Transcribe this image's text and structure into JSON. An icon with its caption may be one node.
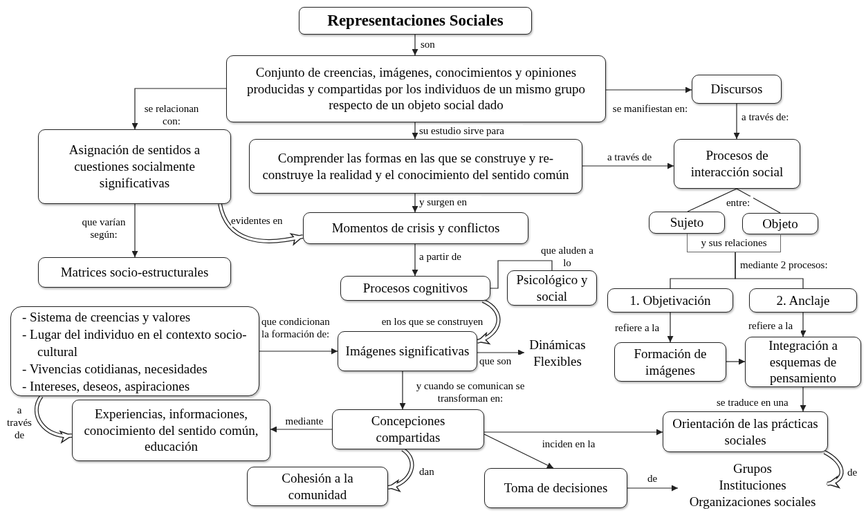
{
  "diagram": {
    "nodes": [
      {
        "text": [
          "Representaciones Sociales"
        ]
      },
      {
        "text": [
          "Conjunto de creencias, imágenes, conocimientos y opiniones producidas y compartidas por los individuos de un mismo grupo respecto de un objeto social dado"
        ]
      },
      {
        "text": [
          "Discursos"
        ]
      },
      {
        "text": [
          "Asignación de sentidos a cuestiones socialmente significativas"
        ]
      },
      {
        "text": [
          "Comprender las formas en las que se construye y re-construye la realidad y el conocimiento del sentido común"
        ]
      },
      {
        "text": [
          "Procesos de interacción social"
        ]
      },
      {
        "text": [
          "Momentos de crisis y conflictos"
        ]
      },
      {
        "text": [
          "Sujeto"
        ]
      },
      {
        "text": [
          "Objeto"
        ]
      },
      {
        "text": [
          "y sus relaciones"
        ]
      },
      {
        "text": [
          "Matrices socio-estructurales"
        ]
      },
      {
        "text": [
          "Procesos cognitivos"
        ]
      },
      {
        "text": [
          "Psicológico y social"
        ]
      },
      {
        "text": [
          "1. Objetivación"
        ]
      },
      {
        "text": [
          "2. Anclaje"
        ]
      },
      {
        "text": [
          "- Sistema de creencias y valores",
          "- Lugar del individuo en el contexto socio-cultural",
          "- Vivencias cotidianas, necesidades",
          "- Intereses, deseos, aspiraciones"
        ]
      },
      {
        "text": [
          "Imágenes significativas"
        ]
      },
      {
        "text": [
          "Dinámicas Flexibles"
        ]
      },
      {
        "text": [
          "Formación de imágenes"
        ]
      },
      {
        "text": [
          "Integración a esquemas de pensamiento"
        ]
      },
      {
        "text": [
          "Experiencias, informaciones, conocimiento del sentido común, educación"
        ]
      },
      {
        "text": [
          "Concepciones compartidas"
        ]
      },
      {
        "text": [
          "Orientación de las prácticas sociales"
        ]
      },
      {
        "text": [
          "Cohesión a la comunidad"
        ]
      },
      {
        "text": [
          "Toma de decisiones"
        ]
      },
      {
        "text": [
          "Grupos",
          "Instituciones",
          "Organizaciones sociales"
        ]
      }
    ],
    "edges": [
      {
        "from": 0,
        "to": 1,
        "arrow": "to",
        "label": "son"
      },
      {
        "from": 1,
        "to": 3,
        "arrow": "to",
        "label": "se relacionan con:"
      },
      {
        "from": 1,
        "to": 2,
        "arrow": "to",
        "label": "se manifiestan en:"
      },
      {
        "from": 1,
        "to": 4,
        "arrow": "to",
        "label": "su estudio sirve para"
      },
      {
        "from": 2,
        "to": 5,
        "arrow": "to",
        "label": "a través de:"
      },
      {
        "from": 4,
        "to": 5,
        "arrow": "to",
        "label": "a través de"
      },
      {
        "from": 3,
        "to": 10,
        "arrow": "to",
        "label": "que varían según:"
      },
      {
        "from": 3,
        "to": 6,
        "arrow": "to",
        "label": "evidentes en",
        "style": "thick"
      },
      {
        "from": 4,
        "to": 6,
        "arrow": "to",
        "label": "y surgen en"
      },
      {
        "from": 6,
        "to": 11,
        "arrow": "to",
        "label": "a partir de"
      },
      {
        "from": 11,
        "to": 12,
        "arrow": "none",
        "label": "que aluden a lo"
      },
      {
        "from": 11,
        "to": 16,
        "arrow": "to",
        "label": "en los que se construyen",
        "style": "thick"
      },
      {
        "from": 5,
        "to": 7,
        "arrow": "none",
        "label": "entre:"
      },
      {
        "from": 5,
        "to": 8,
        "arrow": "none"
      },
      {
        "from": 9,
        "to": 13,
        "arrow": "none",
        "label": "mediante 2 procesos:"
      },
      {
        "from": 9,
        "to": 14,
        "arrow": "none"
      },
      {
        "from": 13,
        "to": 18,
        "arrow": "to",
        "label": "refiere a la"
      },
      {
        "from": 14,
        "to": 19,
        "arrow": "to",
        "label": "refiere a la"
      },
      {
        "from": 18,
        "to": 19,
        "arrow": "to"
      },
      {
        "from": 15,
        "to": 16,
        "arrow": "to",
        "label": "que condicionan la formación de:"
      },
      {
        "from": 16,
        "to": 17,
        "arrow": "to",
        "label": "que son"
      },
      {
        "from": 16,
        "to": 21,
        "arrow": "to",
        "label": "y cuando se comunican se transforman en:"
      },
      {
        "from": 19,
        "to": 22,
        "arrow": "to",
        "label": "se traduce en una"
      },
      {
        "from": 21,
        "to": 20,
        "arrow": "to",
        "label": "mediante"
      },
      {
        "from": 21,
        "to": 22,
        "arrow": "to"
      },
      {
        "from": 21,
        "to": 24,
        "arrow": "to",
        "label": "inciden en la"
      },
      {
        "from": 15,
        "to": 20,
        "arrow": "to",
        "label": "a través de",
        "style": "thick"
      },
      {
        "from": 21,
        "to": 23,
        "arrow": "to",
        "label": "dan",
        "style": "thick"
      },
      {
        "from": 24,
        "to": 25,
        "arrow": "to",
        "label": "de"
      },
      {
        "from": 22,
        "to": 25,
        "arrow": "to",
        "label": "de",
        "style": "thick"
      }
    ]
  }
}
